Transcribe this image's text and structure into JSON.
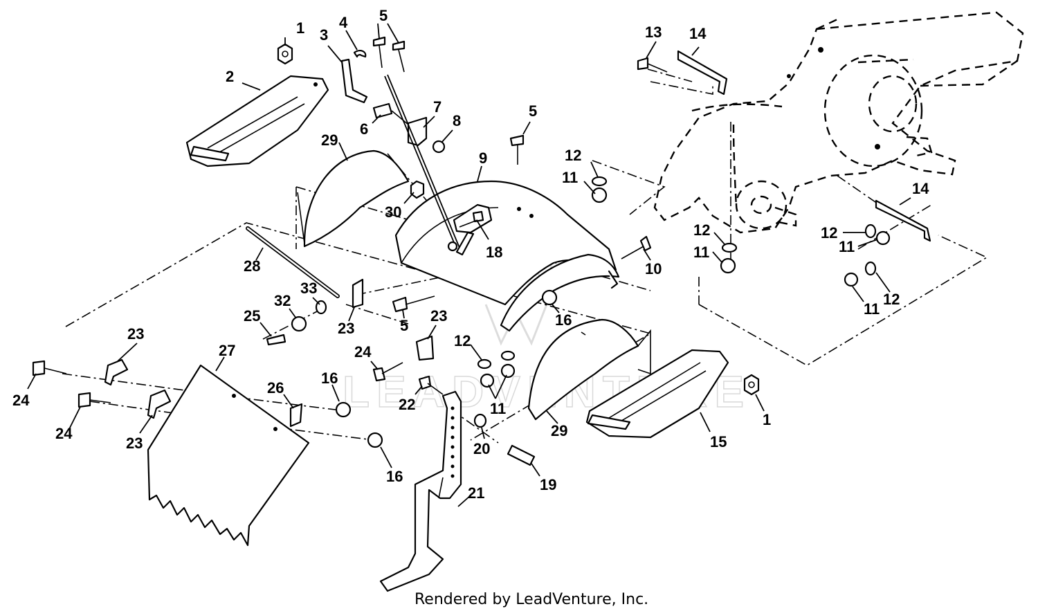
{
  "watermark": {
    "text": "LEADVENTURE"
  },
  "footer": {
    "text": "Rendered by LeadVenture, Inc."
  },
  "callouts": [
    {
      "id": "c1a",
      "label": "1"
    },
    {
      "id": "c2",
      "label": "2"
    },
    {
      "id": "c3",
      "label": "3"
    },
    {
      "id": "c4",
      "label": "4"
    },
    {
      "id": "c5a",
      "label": "5"
    },
    {
      "id": "c6",
      "label": "6"
    },
    {
      "id": "c7",
      "label": "7"
    },
    {
      "id": "c8",
      "label": "8"
    },
    {
      "id": "c29a",
      "label": "29"
    },
    {
      "id": "c9",
      "label": "9"
    },
    {
      "id": "c5b",
      "label": "5"
    },
    {
      "id": "c30",
      "label": "30"
    },
    {
      "id": "c18",
      "label": "18"
    },
    {
      "id": "c13",
      "label": "13"
    },
    {
      "id": "c14a",
      "label": "14"
    },
    {
      "id": "c12a",
      "label": "12"
    },
    {
      "id": "c11a",
      "label": "11"
    },
    {
      "id": "c12b",
      "label": "12"
    },
    {
      "id": "c11b",
      "label": "11"
    },
    {
      "id": "c14b",
      "label": "14"
    },
    {
      "id": "c12c",
      "label": "12"
    },
    {
      "id": "c11c",
      "label": "11"
    },
    {
      "id": "c11d",
      "label": "11"
    },
    {
      "id": "c12d",
      "label": "12"
    },
    {
      "id": "c10",
      "label": "10"
    },
    {
      "id": "c28",
      "label": "28"
    },
    {
      "id": "c33",
      "label": "33"
    },
    {
      "id": "c32",
      "label": "32"
    },
    {
      "id": "c25",
      "label": "25"
    },
    {
      "id": "c23a",
      "label": "23"
    },
    {
      "id": "c5c",
      "label": "5"
    },
    {
      "id": "c23b",
      "label": "23"
    },
    {
      "id": "c16a",
      "label": "16"
    },
    {
      "id": "c12e",
      "label": "12"
    },
    {
      "id": "c11e",
      "label": "11"
    },
    {
      "id": "c24a",
      "label": "24"
    },
    {
      "id": "c23c",
      "label": "23"
    },
    {
      "id": "c27",
      "label": "27"
    },
    {
      "id": "c24b",
      "label": "24"
    },
    {
      "id": "c24c",
      "label": "24"
    },
    {
      "id": "c23d",
      "label": "23"
    },
    {
      "id": "c26",
      "label": "26"
    },
    {
      "id": "c16b",
      "label": "16"
    },
    {
      "id": "c22",
      "label": "22"
    },
    {
      "id": "c16c",
      "label": "16"
    },
    {
      "id": "c20",
      "label": "20"
    },
    {
      "id": "c19",
      "label": "19"
    },
    {
      "id": "c21",
      "label": "21"
    },
    {
      "id": "c29b",
      "label": "29"
    },
    {
      "id": "c15",
      "label": "15"
    },
    {
      "id": "c1b",
      "label": "1"
    }
  ]
}
